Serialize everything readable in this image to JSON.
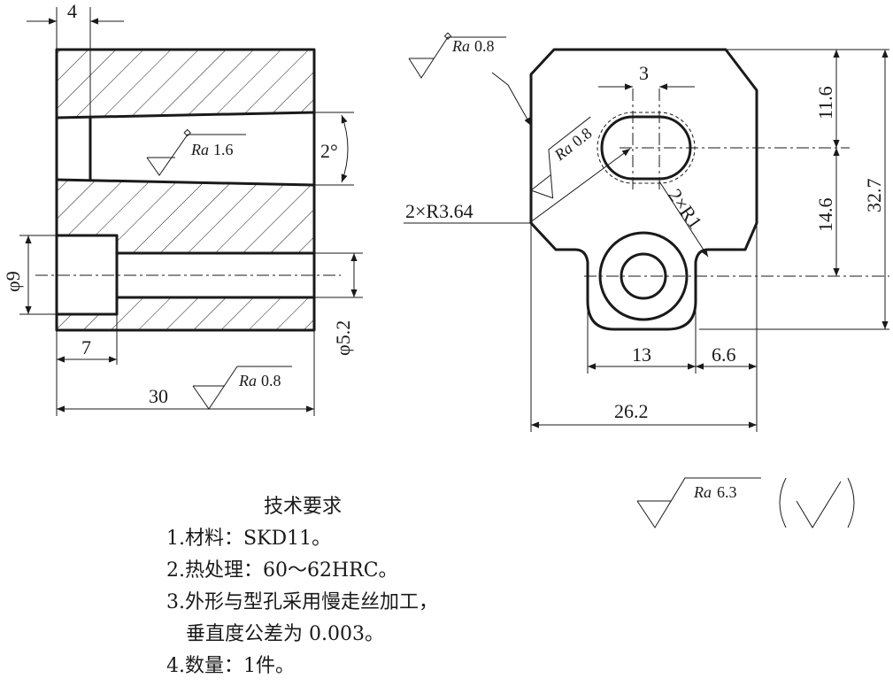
{
  "dimensions": {
    "d_4": "4",
    "d_2deg": "2°",
    "d_phi9": "φ9",
    "d_phi52": "φ5.2",
    "d_7": "7",
    "d_30": "30",
    "d_3": "3",
    "d_116": "11.6",
    "d_146": "14.6",
    "d_327": "32.7",
    "d_13": "13",
    "d_66": "6.6",
    "d_262": "26.2",
    "r_364": "2×R3.64",
    "r_1": "2×R1"
  },
  "roughness": {
    "ra_sym": "Ra",
    "top_left": "0.8",
    "bore": "1.6",
    "left_bottom": "0.8",
    "slot": "0.8",
    "general": "6.3"
  },
  "notes": {
    "title": "技术要求",
    "items": [
      "1.材料：SKD11。",
      "2.热处理：60～62HRC。",
      "3.外形与型孔采用慢走丝加工，",
      "垂直度公差为 0.003。",
      "4.数量：1件。"
    ]
  }
}
